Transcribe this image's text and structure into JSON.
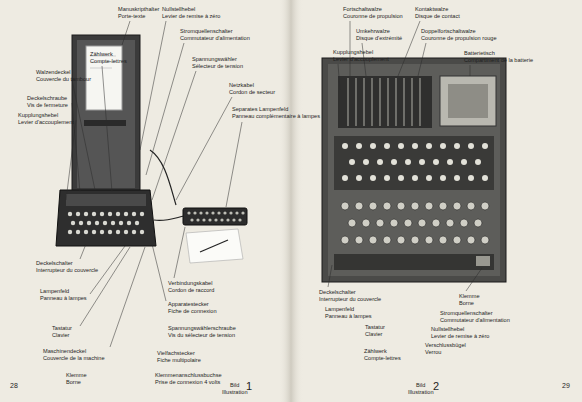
{
  "diagram": {
    "labels": [
      "Manuskripthalter",
      "Porte-texte",
      "Nullstellhebel",
      "Levier de remise à zéro",
      "Stromquellenschalter",
      "Commutateur d'alimentation",
      "Zählwerk",
      "Compte-lettres",
      "Spannungswähler",
      "Sélecteur de tension",
      "Walzendeckel",
      "Couvercle du tambour",
      "Netzkabel",
      "Cordon de secteur",
      "Deckelschraube",
      "Vis de fermeture",
      "Kupplungshebel",
      "Levier d'accouplement",
      "Separates Lampenfeld",
      "Panneau complémentaire à lampes",
      "Deckelschalter",
      "Interrupteur du couvercle",
      "Verbindungskabel",
      "Cordon de raccord",
      "Lampenfeld",
      "Panneau à lampes",
      "Apparatestecker",
      "Fiche de connexion",
      "Tastatur",
      "Clavier",
      "Spannungswählerschraube",
      "Vis du sélecteur de tension",
      "Maschinendeckel",
      "Couvercle de la machine",
      "Vielfachstecker",
      "Fiche multipolaire",
      "Klemme",
      "Borne",
      "Klemmenanschlussbuchse",
      "Prise de connexion 4 volts",
      "Bild",
      "Illustration",
      "1",
      "28",
      "Fortschaltwalze",
      "Couronne de propulsion",
      "Kontaktwalze",
      "Disque de contact",
      "Umkehrwalze",
      "Disque d'extrémité",
      "Doppelfortschaltwalze",
      "Couronne de propulsion rouge",
      "Kupplungshebel",
      "Levier d'accouplement",
      "Batterietisch",
      "Compartiment de la batterie",
      "Deckelschalter",
      "Interrupteur du couvercle",
      "Klemme",
      "Borne",
      "Lampenfeld",
      "Panneau à lampes",
      "Stromquellenschalter",
      "Commutateur d'alimentation",
      "Tastatur",
      "Clavier",
      "Nullstellhebel",
      "Levier de remise à zéro",
      "Verschlussbügel",
      "Verrou",
      "Zählwerk",
      "Compte-lettres",
      "Bild",
      "Illustration",
      "2",
      "29"
    ]
  }
}
